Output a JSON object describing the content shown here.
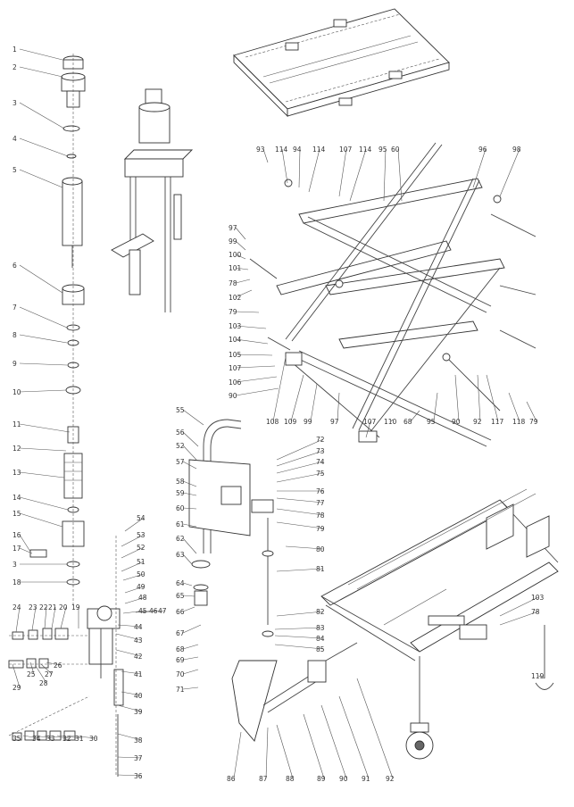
{
  "callouts": [
    "1",
    "2",
    "3",
    "4",
    "5",
    "6",
    "7",
    "8",
    "9",
    "10",
    "11",
    "12",
    "13",
    "14",
    "15",
    "16",
    "17",
    "3",
    "18",
    "24",
    "23",
    "22",
    "21",
    "20",
    "19",
    "25",
    "26",
    "27",
    "28",
    "29",
    "30",
    "31",
    "32",
    "33",
    "34",
    "35",
    "36",
    "37",
    "38",
    "39",
    "40",
    "41",
    "42",
    "43",
    "44",
    "45",
    "46",
    "47",
    "48",
    "49",
    "50",
    "51",
    "52",
    "53",
    "54",
    "55",
    "56",
    "52",
    "57",
    "58",
    "59",
    "60",
    "61",
    "62",
    "63",
    "64",
    "65",
    "66",
    "67",
    "68",
    "69",
    "70",
    "71",
    "72",
    "73",
    "74",
    "75",
    "76",
    "77",
    "78",
    "79",
    "80",
    "81",
    "82",
    "83",
    "84",
    "85",
    "86",
    "87",
    "88",
    "89",
    "90",
    "91",
    "92",
    "93",
    "114",
    "94",
    "114",
    "107",
    "114",
    "95",
    "60",
    "96",
    "98",
    "97",
    "99",
    "100",
    "101",
    "78",
    "102",
    "79",
    "103",
    "104",
    "105",
    "107",
    "106",
    "90",
    "108",
    "109",
    "99",
    "97",
    "107",
    "110",
    "68",
    "95",
    "90",
    "92",
    "117",
    "118",
    "79",
    "103",
    "78",
    "119"
  ]
}
